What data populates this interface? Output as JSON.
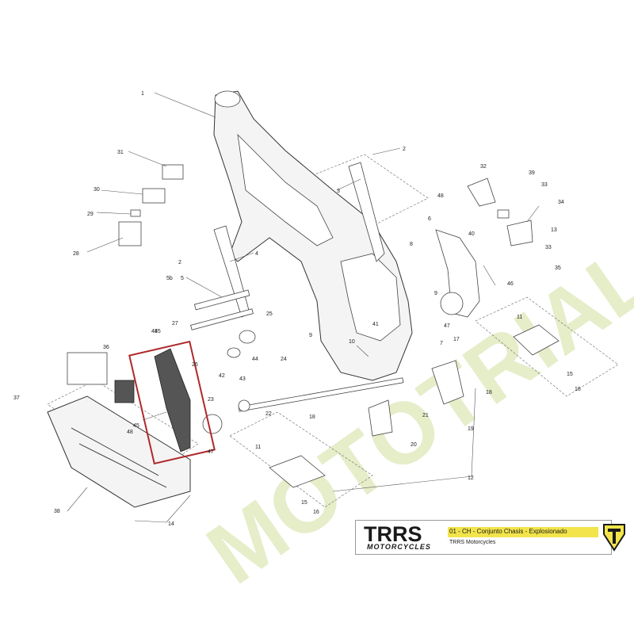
{
  "watermark": {
    "text": "MOTOTRIAL",
    "color": "#c8d88a"
  },
  "title_block": {
    "brand": "TRRS",
    "brand_sub": "MOTORCYCLES",
    "title": "01 - CH - Conjunto Chasis - Explosionado",
    "subtitle": "TRRS Motorcycles",
    "band_color": "#f2e44a",
    "corner_logo": "trrs-shield-logo"
  },
  "highlight": {
    "color": "#b0282a",
    "label": "45"
  },
  "callouts": [
    "1",
    "2",
    "2",
    "3",
    "4",
    "5",
    "5b",
    "6",
    "7",
    "8",
    "9",
    "9",
    "10",
    "11",
    "11",
    "12",
    "13",
    "14",
    "15",
    "15",
    "16",
    "16",
    "17",
    "18",
    "18",
    "19",
    "20",
    "21",
    "22",
    "23",
    "24",
    "25",
    "26",
    "27",
    "28",
    "29",
    "30",
    "31",
    "32",
    "33",
    "33",
    "34",
    "35",
    "36",
    "37",
    "38",
    "39",
    "40",
    "41",
    "42",
    "43",
    "44",
    "45",
    "45",
    "46",
    "47",
    "47",
    "48",
    "48",
    "48"
  ]
}
